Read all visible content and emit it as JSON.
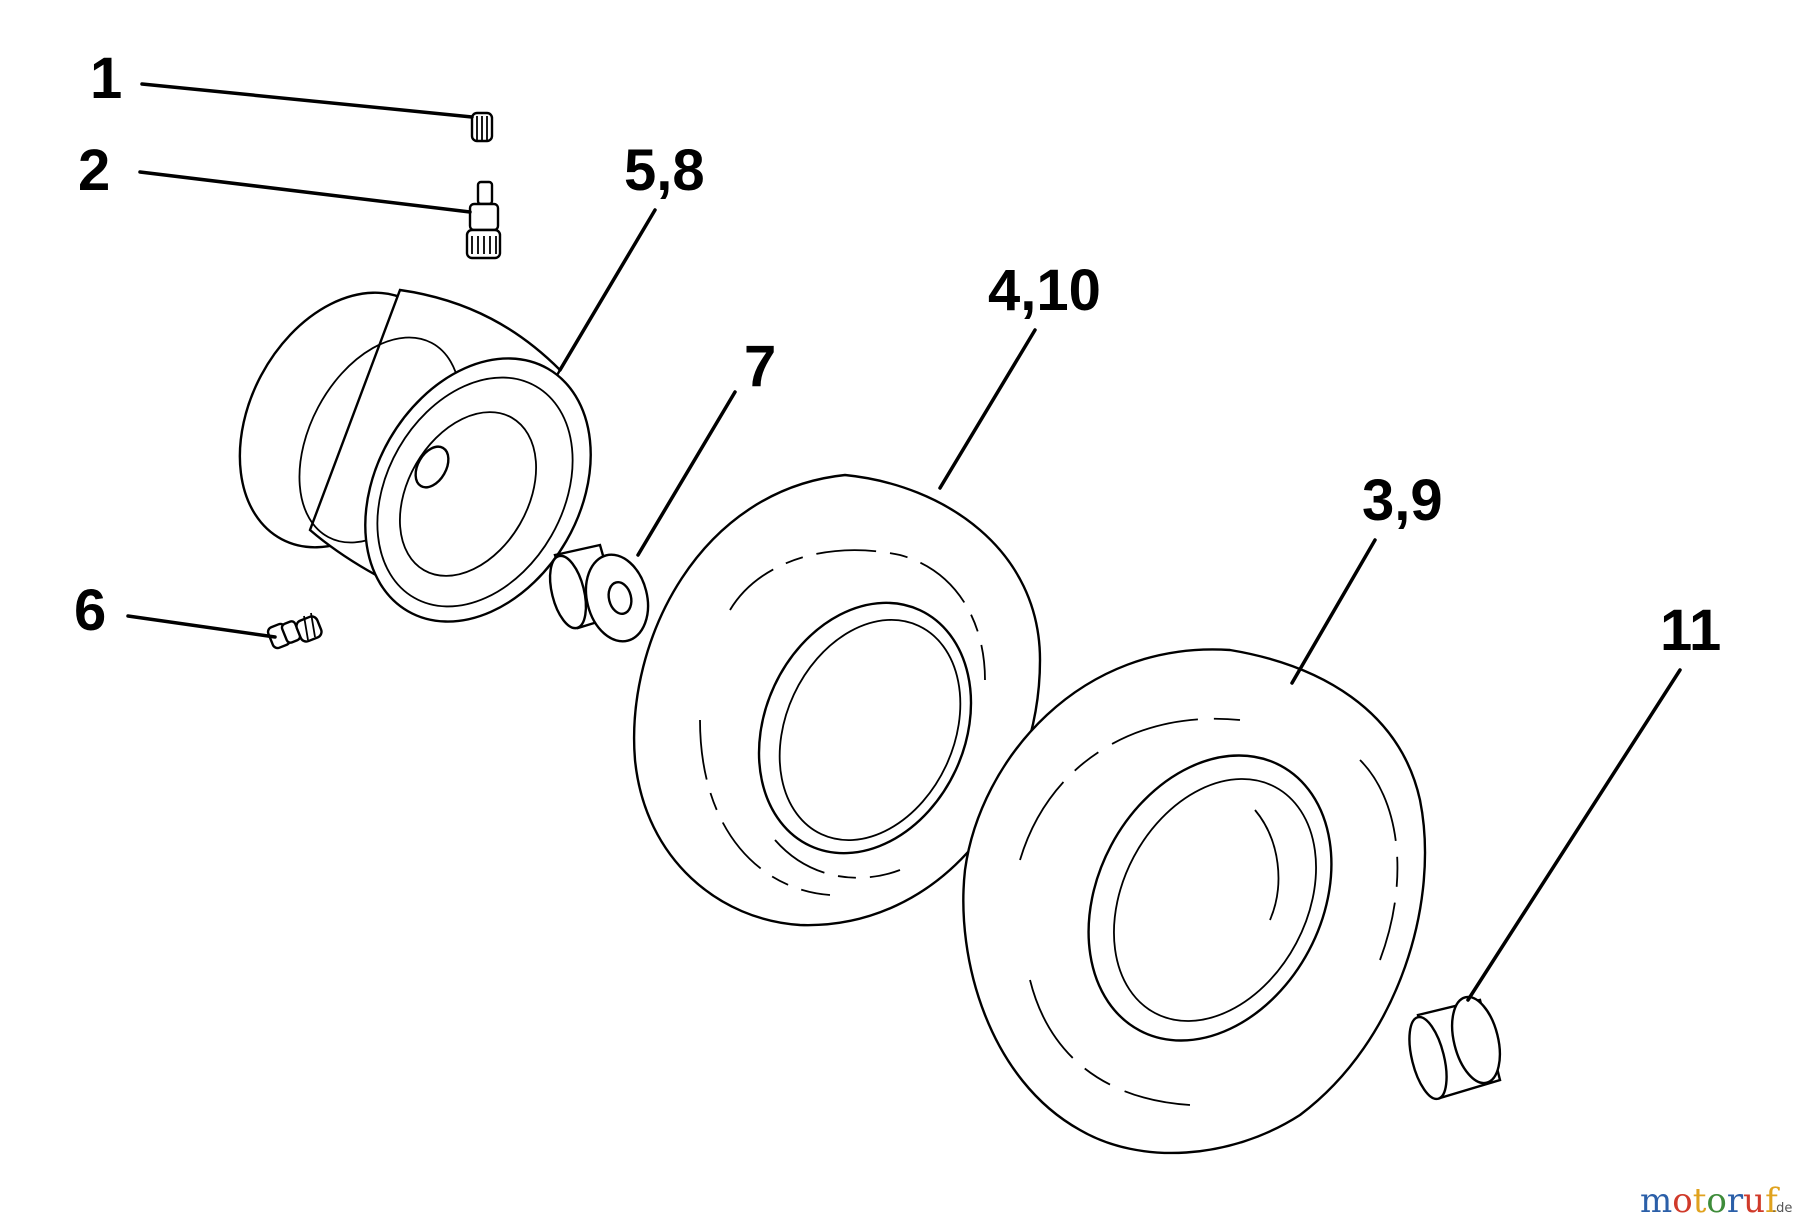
{
  "callouts": {
    "c1": "1",
    "c2": "2",
    "c58": "5,8",
    "c410": "4,10",
    "c7": "7",
    "c39": "3,9",
    "c6": "6",
    "c11": "11"
  },
  "watermark": {
    "letters": [
      "m",
      "o",
      "t",
      "o",
      "r",
      "u",
      "f"
    ],
    "suffix": ".de",
    "colors": [
      "#2b5fa8",
      "#d03a2a",
      "#e0a21e",
      "#3e8c3a",
      "#2b5fa8",
      "#d03a2a",
      "#e0a21e"
    ]
  }
}
